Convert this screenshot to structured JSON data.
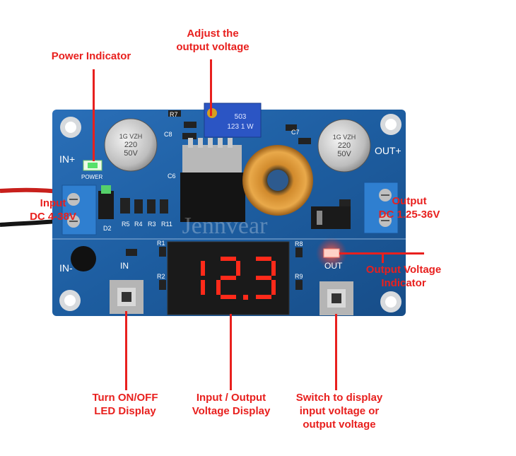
{
  "annotations": {
    "adjust": [
      "Adjust the",
      "output voltage"
    ],
    "power_indicator": "Power Indicator",
    "input": [
      "Input",
      "DC 4-38V"
    ],
    "output": [
      "Output",
      "DC 1.25-36V"
    ],
    "out_indicator": [
      "Output Voltage",
      "Indicator"
    ],
    "turn_on_off": [
      "Turn ON/OFF",
      "LED Display"
    ],
    "io_display": [
      "Input / Output",
      "Voltage Display"
    ],
    "switch_display": [
      "Switch to display",
      "input voltage or",
      "output voltage"
    ]
  },
  "board": {
    "in_plus": "IN+",
    "in_minus": "IN-",
    "out_plus": "OUT+",
    "power_led_label": "POWER",
    "in_label": "IN",
    "out_label": "OUT",
    "trimmer_marks": [
      "503",
      "123 1 W"
    ],
    "capacitor_marks": [
      "1G VZH",
      "220",
      "50V"
    ],
    "component_refs": [
      "C8",
      "C6",
      "C7",
      "D2",
      "R5",
      "R4",
      "R3",
      "R11",
      "R1",
      "R2",
      "R7",
      "R8",
      "R9"
    ],
    "display_value": "12.3",
    "watermark": "Jennvear"
  },
  "colors": {
    "annotation": "#e8201e",
    "pcb": "#1d5da0",
    "display_segments": "#ff2a1a"
  }
}
